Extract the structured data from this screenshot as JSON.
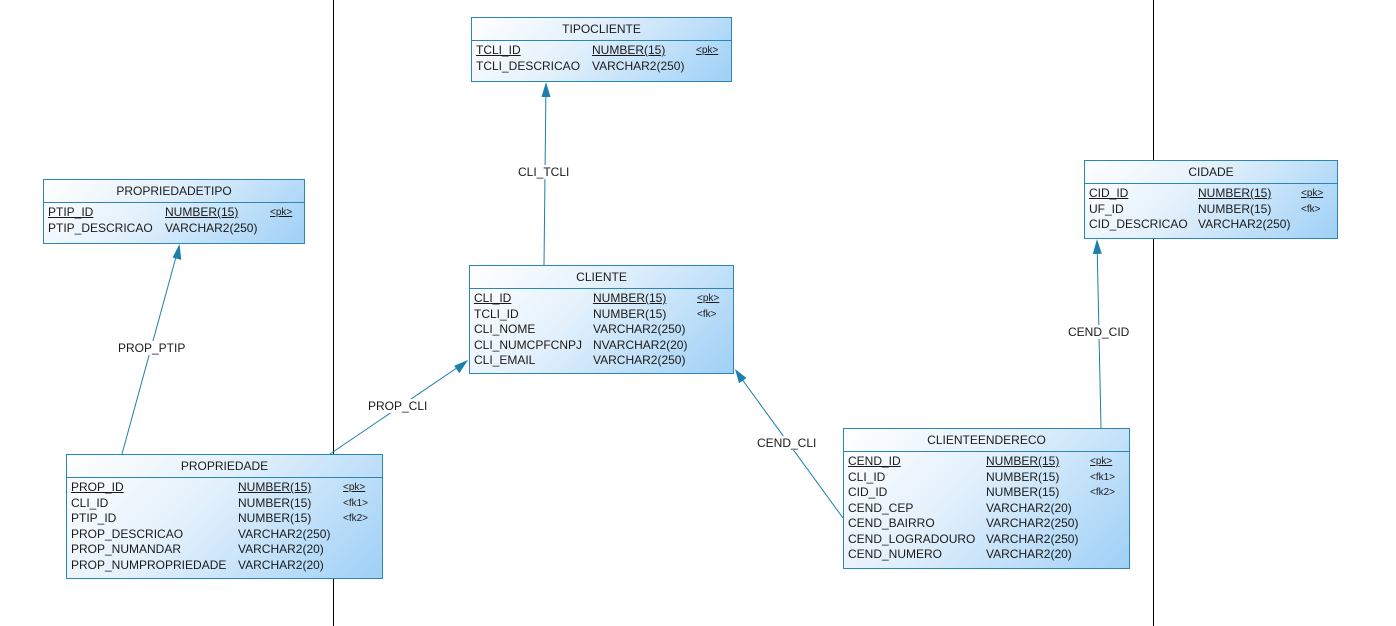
{
  "entities": {
    "tipocliente": {
      "title": "TIPOCLIENTE",
      "columns": [
        {
          "name": "TCLI_ID",
          "type": "NUMBER(15)",
          "key": "<pk>",
          "pk": true
        },
        {
          "name": "TCLI_DESCRICAO",
          "type": "VARCHAR2(250)",
          "key": "",
          "pk": false
        }
      ]
    },
    "propriedadetipo": {
      "title": "PROPRIEDADETIPO",
      "columns": [
        {
          "name": "PTIP_ID",
          "type": "NUMBER(15)",
          "key": "<pk>",
          "pk": true
        },
        {
          "name": "PTIP_DESCRICAO",
          "type": "VARCHAR2(250)",
          "key": "",
          "pk": false
        }
      ]
    },
    "cidade": {
      "title": "CIDADE",
      "columns": [
        {
          "name": "CID_ID",
          "type": "NUMBER(15)",
          "key": "<pk>",
          "pk": true
        },
        {
          "name": "UF_ID",
          "type": "NUMBER(15)",
          "key": "<fk>",
          "pk": false
        },
        {
          "name": "CID_DESCRICAO",
          "type": "VARCHAR2(250)",
          "key": "",
          "pk": false
        }
      ]
    },
    "cliente": {
      "title": "CLIENTE",
      "columns": [
        {
          "name": "CLI_ID",
          "type": "NUMBER(15)",
          "key": "<pk>",
          "pk": true
        },
        {
          "name": "TCLI_ID",
          "type": "NUMBER(15)",
          "key": "<fk>",
          "pk": false
        },
        {
          "name": "CLI_NOME",
          "type": "VARCHAR2(250)",
          "key": "",
          "pk": false
        },
        {
          "name": "CLI_NUMCPFCNPJ",
          "type": "NVARCHAR2(20)",
          "key": "",
          "pk": false
        },
        {
          "name": "CLI_EMAIL",
          "type": "VARCHAR2(250)",
          "key": "",
          "pk": false
        }
      ]
    },
    "propriedade": {
      "title": "PROPRIEDADE",
      "columns": [
        {
          "name": "PROP_ID",
          "type": "NUMBER(15)",
          "key": "<pk>",
          "pk": true
        },
        {
          "name": "CLI_ID",
          "type": "NUMBER(15)",
          "key": "<fk1>",
          "pk": false
        },
        {
          "name": "PTIP_ID",
          "type": "NUMBER(15)",
          "key": "<fk2>",
          "pk": false
        },
        {
          "name": "PROP_DESCRICAO",
          "type": "VARCHAR2(250)",
          "key": "",
          "pk": false
        },
        {
          "name": "PROP_NUMANDAR",
          "type": "VARCHAR2(20)",
          "key": "",
          "pk": false
        },
        {
          "name": "PROP_NUMPROPRIEDADE",
          "type": "VARCHAR2(20)",
          "key": "",
          "pk": false
        }
      ]
    },
    "clienteendereco": {
      "title": "CLIENTEENDERECO",
      "columns": [
        {
          "name": "CEND_ID",
          "type": "NUMBER(15)",
          "key": "<pk>",
          "pk": true
        },
        {
          "name": "CLI_ID",
          "type": "NUMBER(15)",
          "key": "<fk1>",
          "pk": false
        },
        {
          "name": "CID_ID",
          "type": "NUMBER(15)",
          "key": "<fk2>",
          "pk": false
        },
        {
          "name": "CEND_CEP",
          "type": "VARCHAR2(20)",
          "key": "",
          "pk": false
        },
        {
          "name": "CEND_BAIRRO",
          "type": "VARCHAR2(250)",
          "key": "",
          "pk": false
        },
        {
          "name": "CEND_LOGRADOURO",
          "type": "VARCHAR2(250)",
          "key": "",
          "pk": false
        },
        {
          "name": "CEND_NUMERO",
          "type": "VARCHAR2(20)",
          "key": "",
          "pk": false
        }
      ]
    }
  },
  "relationships": {
    "cli_tcli": {
      "label": "CLI_TCLI",
      "from": "cliente",
      "to": "tipocliente"
    },
    "prop_ptip": {
      "label": "PROP_PTIP",
      "from": "propriedade",
      "to": "propriedadetipo"
    },
    "prop_cli": {
      "label": "PROP_CLI",
      "from": "propriedade",
      "to": "cliente"
    },
    "cend_cli": {
      "label": "CEND_CLI",
      "from": "clienteendereco",
      "to": "cliente"
    },
    "cend_cid": {
      "label": "CEND_CID",
      "from": "clienteendereco",
      "to": "cidade"
    }
  },
  "colors": {
    "line": "#1c7fad",
    "border": "#2b86b4",
    "page_divider": "#000000"
  }
}
